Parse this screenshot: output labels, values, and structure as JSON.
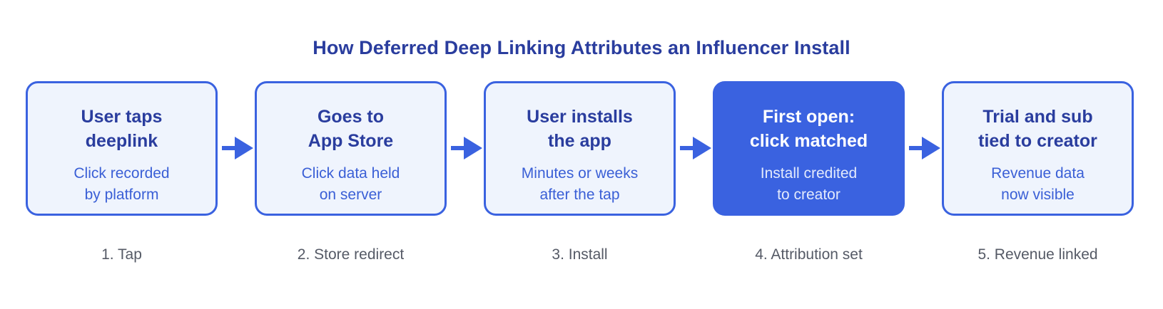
{
  "title": "How Deferred Deep Linking Attributes an Influencer Install",
  "steps": [
    {
      "head1": "User taps",
      "head2": "deeplink",
      "sub1": "Click recorded",
      "sub2": "by platform",
      "label": "1. Tap",
      "active": false
    },
    {
      "head1": "Goes to",
      "head2": "App Store",
      "sub1": "Click data held",
      "sub2": "on server",
      "label": "2. Store redirect",
      "active": false
    },
    {
      "head1": "User installs",
      "head2": "the app",
      "sub1": "Minutes or weeks",
      "sub2": "after the tap",
      "label": "3. Install",
      "active": false
    },
    {
      "head1": "First open:",
      "head2": "click matched",
      "sub1": "Install credited",
      "sub2": "to creator",
      "label": "4. Attribution set",
      "active": true
    },
    {
      "head1": "Trial and sub",
      "head2": "tied to creator",
      "sub1": "Revenue data",
      "sub2": "now visible",
      "label": "5. Revenue linked",
      "active": false
    }
  ],
  "colors": {
    "accent": "#3a62e0",
    "title": "#2a3d9e",
    "box_fill": "#eff4fd",
    "step_label": "#555a66"
  }
}
